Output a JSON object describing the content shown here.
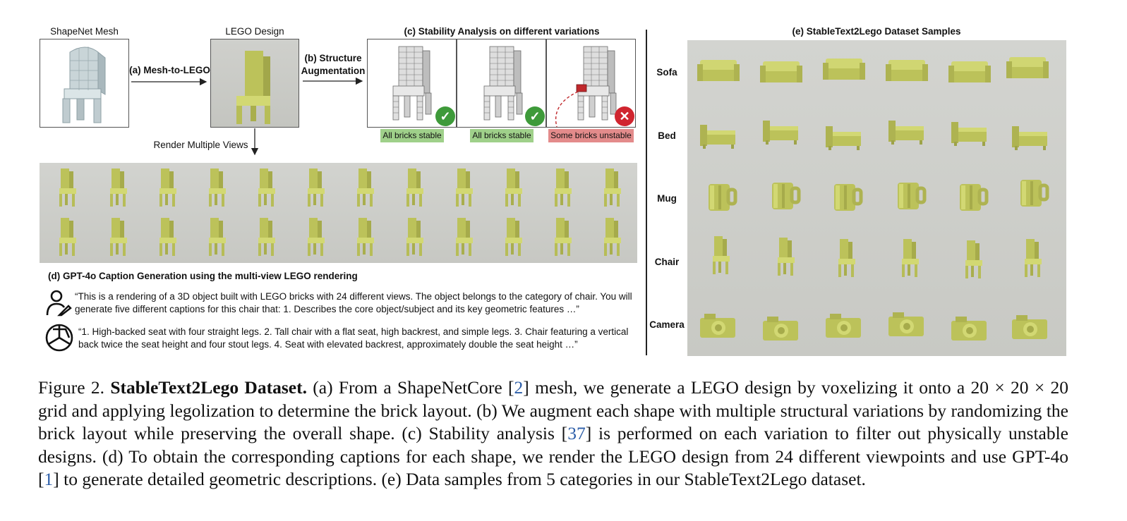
{
  "panels": {
    "shapenet_label": "ShapeNet Mesh",
    "lego_label": "LEGO Design",
    "mesh_to_lego": "(a) Mesh-to-LEGO",
    "structure_aug_line1": "(b) Structure",
    "structure_aug_line2": "Augmentation",
    "stability_title": "(c) Stability Analysis on different variations",
    "render_views": "Render Multiple Views",
    "badges": [
      "All bricks stable",
      "All bricks stable",
      "Some bricks unstable"
    ],
    "check_glyph": "✓",
    "cross_glyph": "✕"
  },
  "caption_gen": {
    "title": "(d) GPT-4o Caption Generation using the multi-view LEGO rendering",
    "prompt": "“This is a rendering of a 3D object built with LEGO bricks with 24 different views. The object belongs to the category of chair. You will generate five different captions for this chair that: 1. Describes the core object/subject and its key geometric features …”",
    "response": "“1. High-backed seat with four straight legs. 2. Tall chair with a flat seat, high backrest, and simple legs. 3. Chair featuring a vertical back twice the seat height and four stout legs. 4. Seat with elevated backrest, approximately double the seat height …”"
  },
  "dataset": {
    "title": "(e) StableText2Lego Dataset Samples",
    "rows": [
      "Sofa",
      "Bed",
      "Mug",
      "Chair",
      "Camera"
    ]
  },
  "figure_caption": {
    "prefix": "Figure 2. ",
    "bold_title": "StableText2Lego Dataset.",
    "seg1": " (a) From a ShapeNetCore [",
    "ref1": "2",
    "seg2": "] mesh, we generate a LEGO design by voxelizing it onto a 20 × 20 × 20 grid and applying legolization to determine the brick layout. (b) We augment each shape with multiple structural variations by randomizing the brick layout while preserving the overall shape. (c) Stability analysis [",
    "ref2": "37",
    "seg3": "] is performed on each variation to filter out physically unstable designs. (d) To obtain the corresponding captions for each shape, we render the LEGO design from 24 different viewpoints and use GPT-4o [",
    "ref3": "1",
    "seg4": "] to generate detailed geometric descriptions. (e) Data samples from 5 categories in our StableText2Lego dataset."
  },
  "colors": {
    "lego_yellow": "#c9cf63",
    "stable_green": "#9fd08a",
    "unstable_red": "#e38b8b",
    "check_green": "#3e9a3a",
    "cross_red": "#d0252f",
    "ref_blue": "#2b5da8"
  }
}
